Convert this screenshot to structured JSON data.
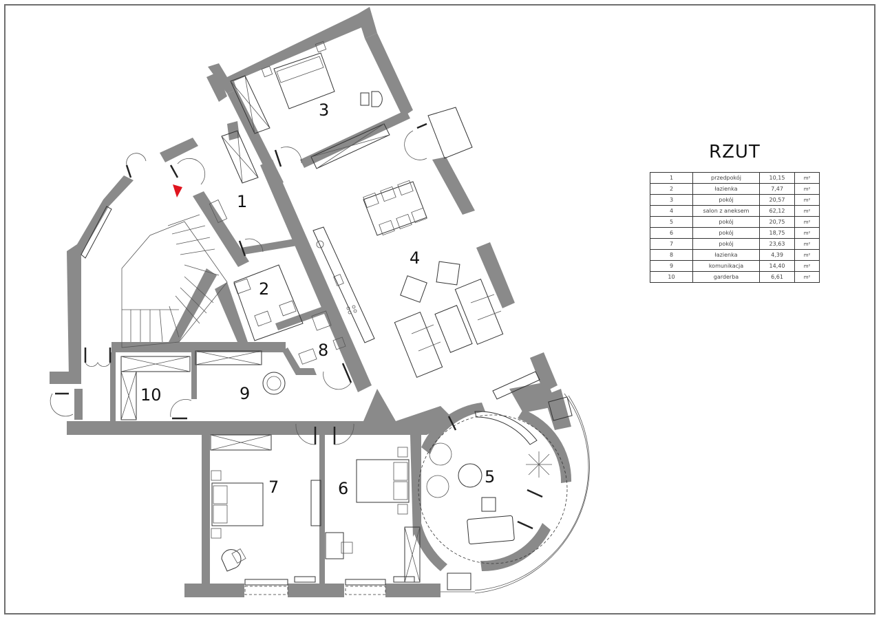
{
  "title": "RZUT",
  "rooms_table": {
    "unit": "m²",
    "rows": [
      {
        "no": "1",
        "name": "przedpokój",
        "area": "10,15",
        "unit": "m²"
      },
      {
        "no": "2",
        "name": "łazienka",
        "area": "7,47",
        "unit": "m²"
      },
      {
        "no": "3",
        "name": "pokój",
        "area": "20,57",
        "unit": "m²"
      },
      {
        "no": "4",
        "name": "salon z aneksem",
        "area": "62,12",
        "unit": "m²"
      },
      {
        "no": "5",
        "name": "pokój",
        "area": "20,75",
        "unit": "m²"
      },
      {
        "no": "6",
        "name": "pokój",
        "area": "18,75",
        "unit": "m²"
      },
      {
        "no": "7",
        "name": "pokój",
        "area": "23,63",
        "unit": "m²"
      },
      {
        "no": "8",
        "name": "łazienka",
        "area": "4,39",
        "unit": "m²"
      },
      {
        "no": "9",
        "name": "komunikacja",
        "area": "14,40",
        "unit": "m²"
      },
      {
        "no": "10",
        "name": "garderba",
        "area": "6,61",
        "unit": "m²"
      }
    ]
  },
  "plan_labels": {
    "r1": "1",
    "r2": "2",
    "r3": "3",
    "r4": "4",
    "r5": "5",
    "r6": "6",
    "r7": "7",
    "r8": "8",
    "r9": "9",
    "r10": "10"
  },
  "colors": {
    "wall": "#8a8a8a",
    "entrance_marker": "#e0141e",
    "frame": "#6e6e6e"
  },
  "icons": {
    "entrance_marker": "red-triangle-entrance-arrow"
  }
}
